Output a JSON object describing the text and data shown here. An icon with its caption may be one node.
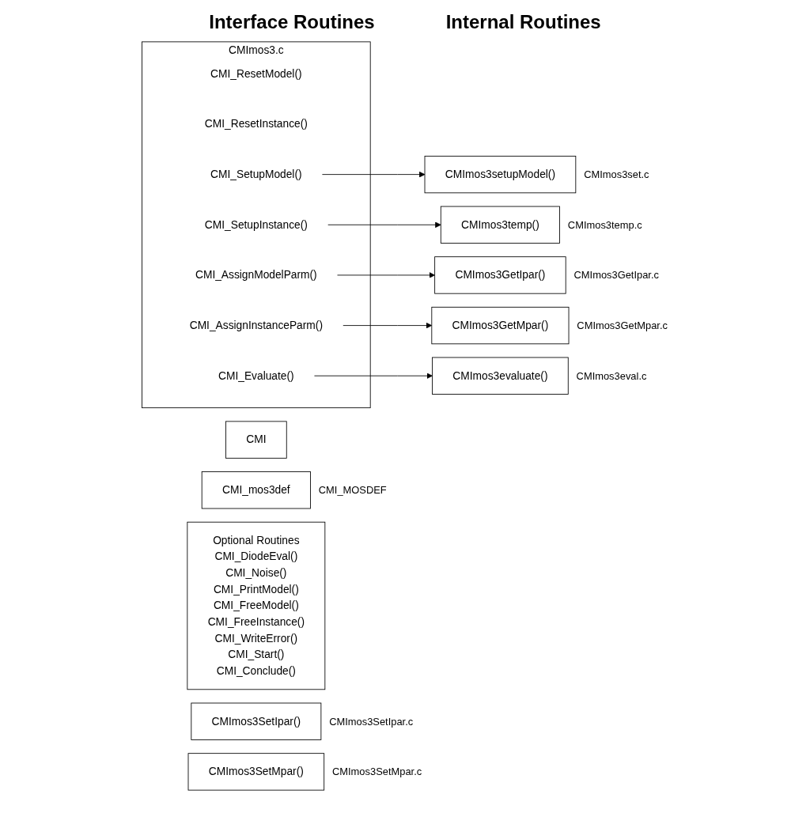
{
  "diagram": {
    "nodes": [
      {
        "text": [
          "CMI"
        ]
      },
      {
        "text": [
          "CMI_mos3def"
        ],
        "beside": [
          "CMI_MOSDEF"
        ]
      },
      {
        "text": [
          "CMImos3.c"
        ]
      },
      {
        "text": [
          "CMI_ResetModel()"
        ],
        "in": 2
      },
      {
        "text": [
          "CMI_ResetInstance()"
        ],
        "in": 2
      },
      {
        "text": [
          "CMI_SetupModel()"
        ],
        "in": 2
      },
      {
        "text": [
          "CMI_SetupInstance()"
        ],
        "in": 2
      },
      {
        "text": [
          "CMI_AssignModelParm()"
        ],
        "in": 2
      },
      {
        "text": [
          "CMI_AssignInstanceParm()"
        ],
        "in": 2
      },
      {
        "text": [
          "CMI_Evaluate()"
        ],
        "in": 2
      },
      {
        "text": [
          "Optional Routines",
          "CMI_DiodeEval()",
          "CMI_Noise()",
          "CMI_PrintModel()",
          "CMI_FreeModel()",
          "CMI_FreeInstance()",
          "CMI_WriteError()",
          "CMI_Start()",
          "CMI_Conclude()"
        ]
      },
      {
        "text": [
          "CMImos3setupModel()"
        ],
        "beside": [
          "CMImos3set.c"
        ]
      },
      {
        "text": [
          "CMImos3temp()"
        ],
        "beside": [
          "CMImos3temp.c"
        ]
      },
      {
        "text": [
          "CMImos3GetIpar()"
        ],
        "beside": [
          "CMImos3GetIpar.c"
        ]
      },
      {
        "text": [
          "CMImos3SetIpar()"
        ],
        "beside": [
          "CMImos3SetIpar.c"
        ]
      },
      {
        "text": [
          "CMImos3GetMpar()"
        ],
        "beside": [
          "CMImos3GetMpar.c"
        ]
      },
      {
        "text": [
          "CMImos3SetMpar()"
        ],
        "beside": [
          "CMImos3SetMpar.c"
        ]
      },
      {
        "text": [
          "CMImos3evaluate()"
        ],
        "beside": [
          "CMImos3eval.c"
        ]
      }
    ],
    "edges": [
      {
        "from": 5,
        "to": 11,
        "arrow": "to"
      },
      {
        "from": 6,
        "to": 12,
        "arrow": "to"
      },
      {
        "from": 7,
        "to": 13,
        "arrow": "to"
      },
      {
        "from": 8,
        "to": 15,
        "arrow": "to"
      },
      {
        "from": 9,
        "to": 17,
        "arrow": "to"
      }
    ],
    "labels": [
      "Interface Routines",
      "Internal Routines"
    ]
  }
}
